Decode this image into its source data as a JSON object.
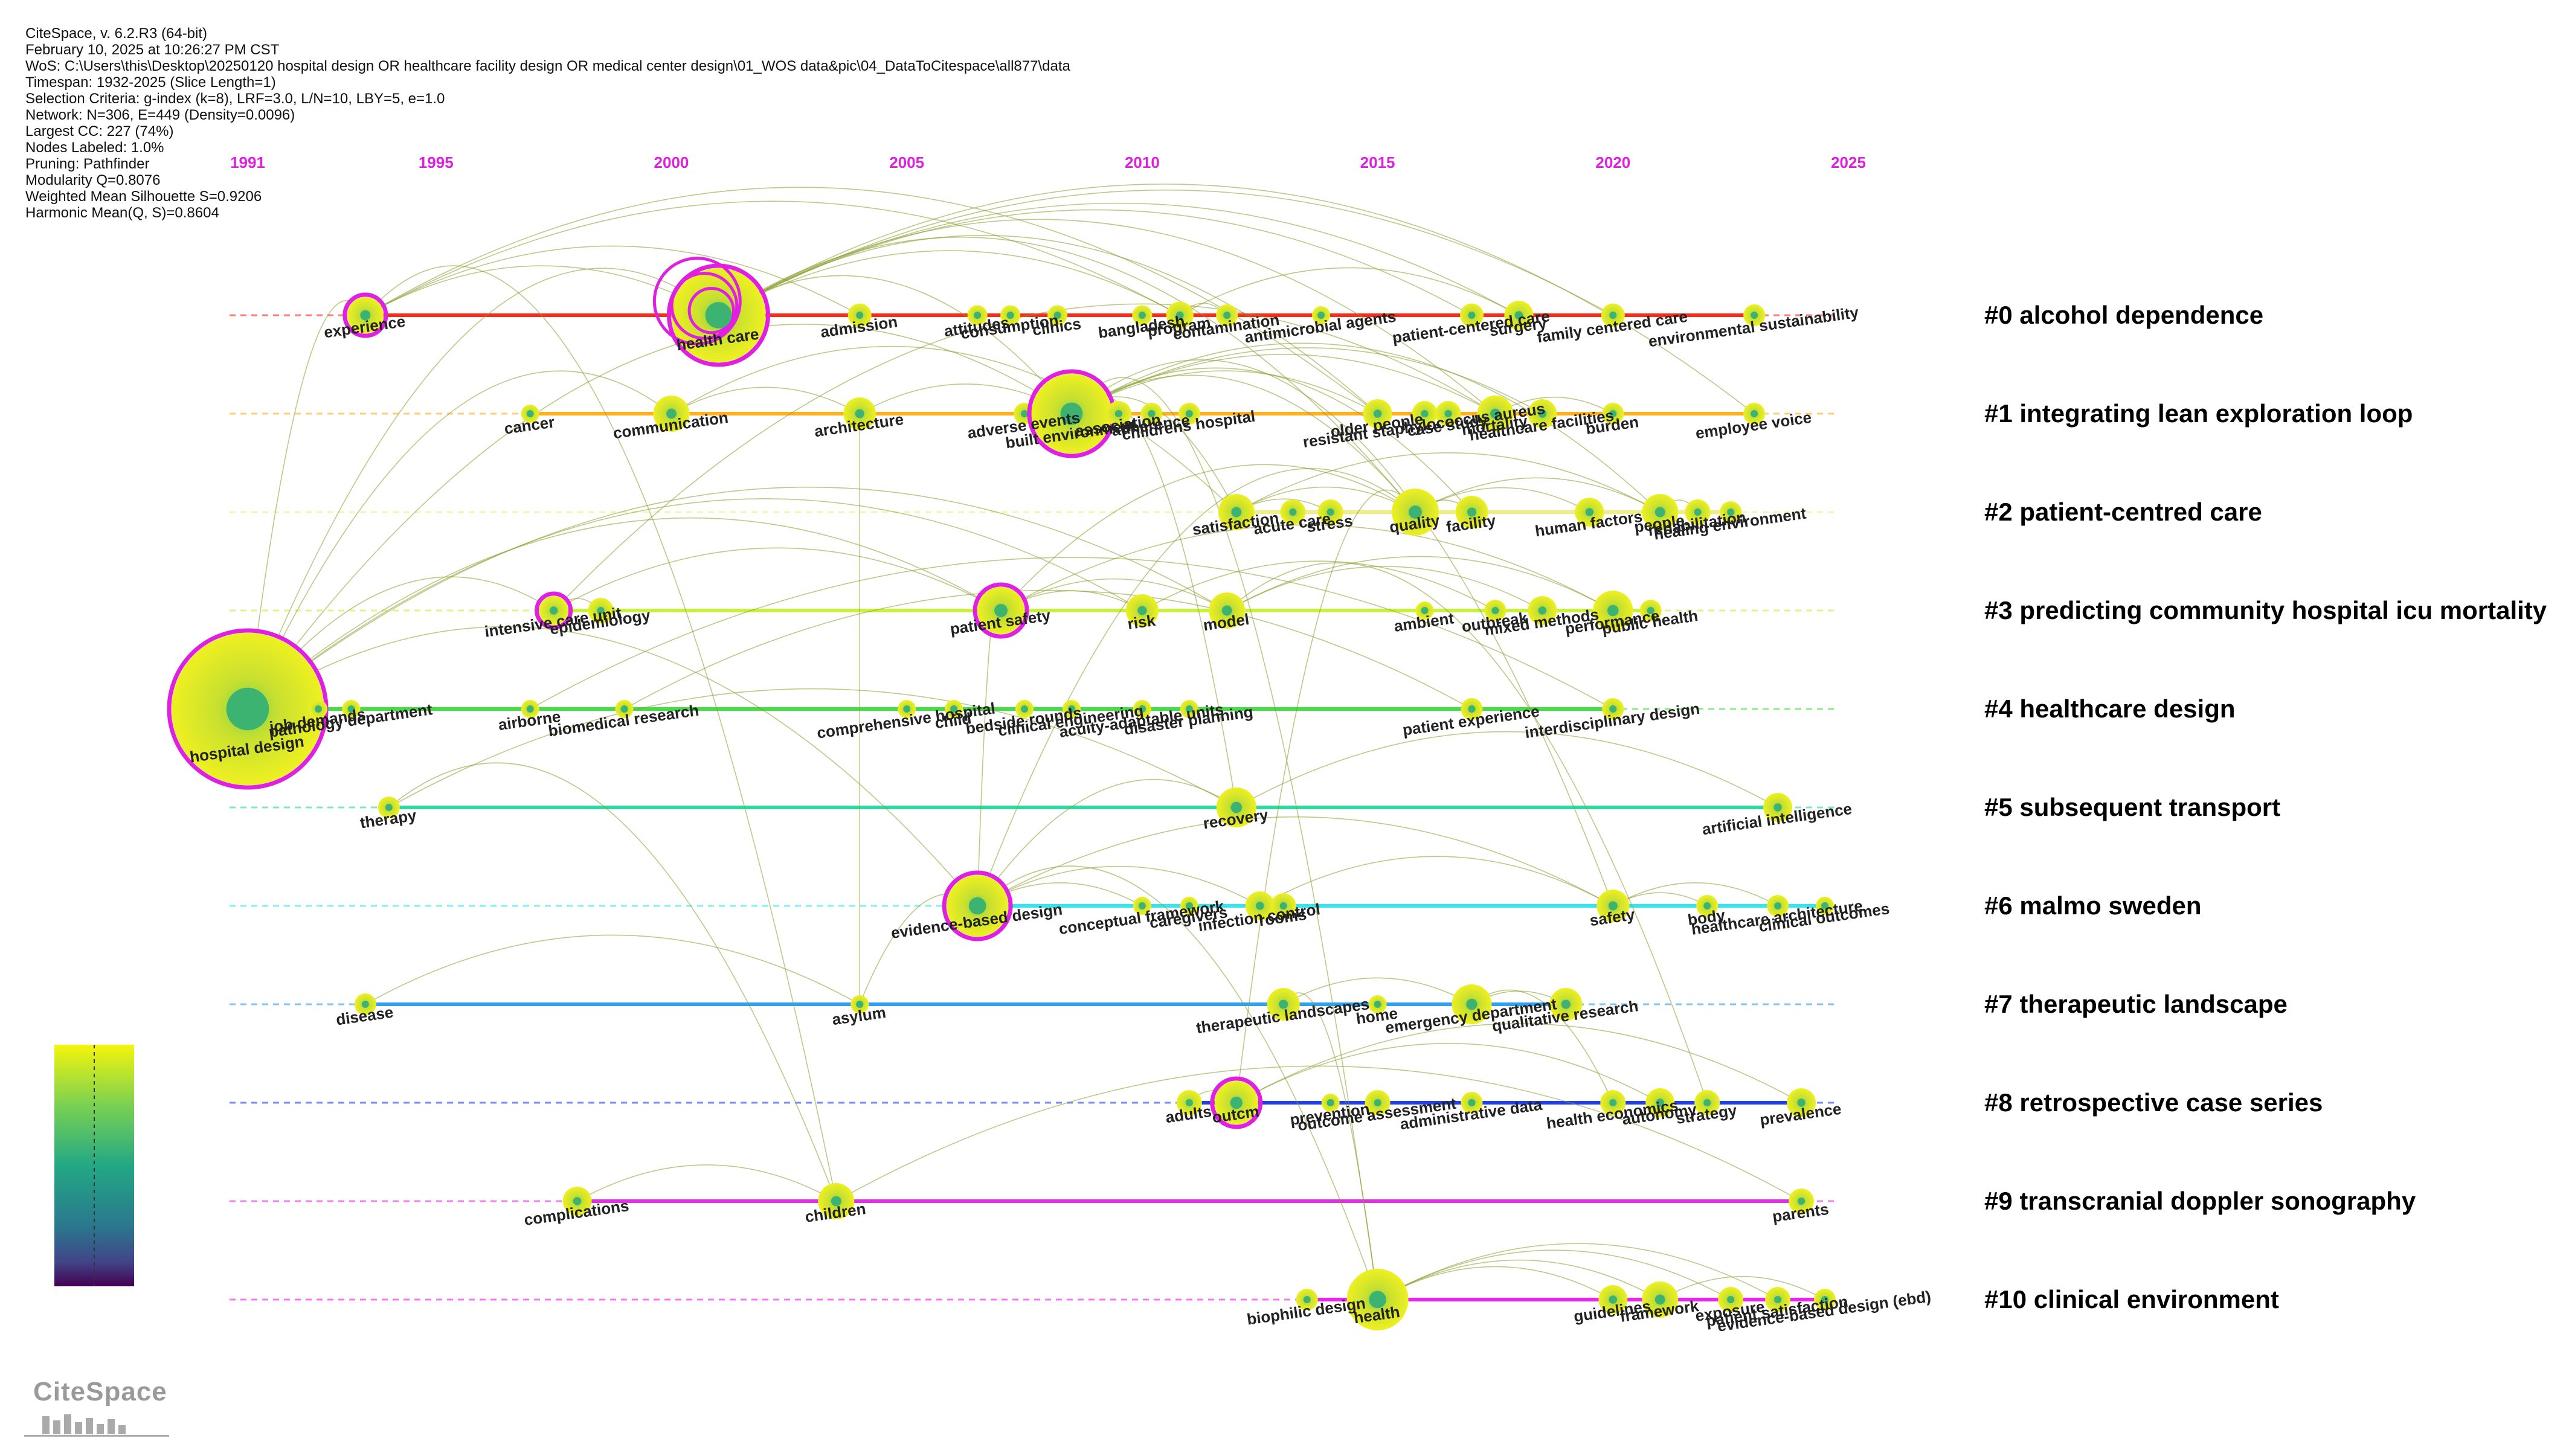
{
  "header_lines": [
    "CiteSpace, v. 6.2.R3 (64-bit)",
    "February 10, 2025 at 10:26:27 PM CST",
    "WoS: C:\\Users\\this\\Desktop\\20250120 hospital design OR healthcare facility design OR medical center design\\01_WOS data&pic\\04_DataToCitespace\\all877\\data",
    "Timespan: 1932-2025 (Slice Length=1)",
    "Selection Criteria: g-index (k=8), LRF=3.0, L/N=10, LBY=5, e=1.0",
    "Network: N=306, E=449 (Density=0.0096)",
    "Largest CC: 227 (74%)",
    "Nodes Labeled: 1.0%",
    "Pruning: Pathfinder",
    "Modularity Q=0.8076",
    "Weighted Mean Silhouette S=0.9206",
    "Harmonic Mean(Q, S)=0.8604"
  ],
  "timeline": {
    "years": [
      1991,
      1995,
      2000,
      2005,
      2010,
      2015,
      2020,
      2025
    ],
    "start": 1991,
    "end": 2025
  },
  "colors": {
    "year_label": "#e020e0",
    "burst_ring": "#e020e0",
    "node_fill": "#e6ea1a",
    "node_center": "#3cb371",
    "edge": "#8a9a2a",
    "legend_gradient": [
      "#f5f50a",
      "#7ad151",
      "#22a884",
      "#2a788e",
      "#414487",
      "#440154"
    ]
  },
  "clusters": [
    {
      "id": "#0",
      "label": "alcohol dependence",
      "color": "#ff2a1a",
      "nodes": [
        {
          "term": "experience",
          "year": 1993.5,
          "size": 16,
          "burst": true,
          "show": true
        },
        {
          "term": "health care",
          "year": 2001,
          "size": 48,
          "burst": true,
          "rings": 3,
          "show": true
        },
        {
          "term": "admission",
          "year": 2004,
          "size": 9,
          "show": true
        },
        {
          "term": "attitudes",
          "year": 2006.5,
          "size": 7,
          "show": true
        },
        {
          "term": "consumption",
          "year": 2007.2,
          "size": 7,
          "show": true
        },
        {
          "term": "clinics",
          "year": 2008.2,
          "size": 7,
          "show": true
        },
        {
          "term": "bangladesh",
          "year": 2010,
          "size": 7,
          "show": true
        },
        {
          "term": "program",
          "year": 2010.8,
          "size": 11,
          "show": true
        },
        {
          "term": "contamination",
          "year": 2011.8,
          "size": 8,
          "show": true
        },
        {
          "term": "antimicrobial agents",
          "year": 2013.8,
          "size": 6,
          "show": true
        },
        {
          "term": "patient-centered care",
          "year": 2017,
          "size": 9,
          "show": true
        },
        {
          "term": "surgery",
          "year": 2018,
          "size": 12,
          "show": true
        },
        {
          "term": "family centered care",
          "year": 2020,
          "size": 9,
          "show": true
        },
        {
          "term": "environmental sustainability",
          "year": 2023,
          "size": 8,
          "show": true
        }
      ]
    },
    {
      "id": "#1",
      "label": "integrating lean exploration loop",
      "color": "#ffb020",
      "nodes": [
        {
          "term": "cancer",
          "year": 1997,
          "size": 6,
          "show": true
        },
        {
          "term": "communication",
          "year": 2000,
          "size": 16,
          "show": true
        },
        {
          "term": "architecture",
          "year": 2004,
          "size": 14,
          "show": true
        },
        {
          "term": "adverse events",
          "year": 2007.5,
          "size": 8,
          "show": true
        },
        {
          "term": "built environment",
          "year": 2008.5,
          "size": 40,
          "burst": true,
          "show": true
        },
        {
          "term": "association",
          "year": 2009.5,
          "size": 10,
          "show": true
        },
        {
          "term": "adherence",
          "year": 2010.2,
          "size": 8,
          "show": true
        },
        {
          "term": "childrens hospital",
          "year": 2011,
          "size": 8,
          "show": true
        },
        {
          "term": "older people",
          "year": 2015,
          "size": 12,
          "show": true
        },
        {
          "term": "resistant staphylococcus aureus",
          "year": 2016,
          "size": 10,
          "show": true
        },
        {
          "term": "case study",
          "year": 2016.5,
          "size": 10,
          "show": true
        },
        {
          "term": "mortality",
          "year": 2017.5,
          "size": 16,
          "show": true
        },
        {
          "term": "healthcare facilities",
          "year": 2018.5,
          "size": 12,
          "show": true
        },
        {
          "term": "burden",
          "year": 2020,
          "size": 8,
          "show": true
        },
        {
          "term": "employee voice",
          "year": 2023,
          "size": 8,
          "show": true
        }
      ]
    },
    {
      "id": "#2",
      "label": "patient-centred care",
      "color": "#f0f080",
      "nodes": [
        {
          "term": "satisfaction",
          "year": 2012,
          "size": 16,
          "show": true
        },
        {
          "term": "acute care",
          "year": 2013.2,
          "size": 10,
          "show": true
        },
        {
          "term": "stress",
          "year": 2014,
          "size": 10,
          "show": true
        },
        {
          "term": "quality",
          "year": 2015.8,
          "size": 22,
          "show": true
        },
        {
          "term": "facility",
          "year": 2017,
          "size": 14,
          "show": true
        },
        {
          "term": "human factors",
          "year": 2019.5,
          "size": 12,
          "show": true
        },
        {
          "term": "people",
          "year": 2021,
          "size": 16,
          "show": true
        },
        {
          "term": "rehabilitation",
          "year": 2021.8,
          "size": 10,
          "show": true
        },
        {
          "term": "healing environment",
          "year": 2022.5,
          "size": 8,
          "show": true
        }
      ]
    },
    {
      "id": "#3",
      "label": "predicting community hospital icu mortality",
      "color": "#c8f040",
      "nodes": [
        {
          "term": "intensive care unit",
          "year": 1997.5,
          "size": 12,
          "burst": true,
          "show": true
        },
        {
          "term": "epidemiology",
          "year": 1998.5,
          "size": 10,
          "show": true
        },
        {
          "term": "patient safety",
          "year": 2007,
          "size": 22,
          "burst": true,
          "show": true
        },
        {
          "term": "risk",
          "year": 2010,
          "size": 14,
          "show": true
        },
        {
          "term": "model",
          "year": 2011.8,
          "size": 16,
          "show": true
        },
        {
          "term": "ambient",
          "year": 2016,
          "size": 6,
          "show": true
        },
        {
          "term": "outbreak",
          "year": 2017.5,
          "size": 8,
          "show": true
        },
        {
          "term": "mixed methods",
          "year": 2018.5,
          "size": 12,
          "show": true
        },
        {
          "term": "performance",
          "year": 2020,
          "size": 18,
          "show": true
        },
        {
          "term": "public health",
          "year": 2020.8,
          "size": 8,
          "show": true
        }
      ]
    },
    {
      "id": "#4",
      "label": "healthcare design",
      "color": "#40e040",
      "nodes": [
        {
          "term": "hospital design",
          "year": 1991,
          "size": 80,
          "burst": true,
          "show": true
        },
        {
          "term": "job demands",
          "year": 1992.5,
          "size": 6,
          "show": true
        },
        {
          "term": "pathology department",
          "year": 1993.2,
          "size": 6,
          "show": true
        },
        {
          "term": "airborne",
          "year": 1997,
          "size": 6,
          "show": true
        },
        {
          "term": "biomedical research",
          "year": 1999,
          "size": 6,
          "show": true
        },
        {
          "term": "comprehensive hospital",
          "year": 2005,
          "size": 6,
          "show": true
        },
        {
          "term": "child",
          "year": 2006,
          "size": 6,
          "show": true
        },
        {
          "term": "bedside rounds",
          "year": 2007.5,
          "size": 6,
          "show": true
        },
        {
          "term": "clinical engineering",
          "year": 2008.5,
          "size": 6,
          "show": true
        },
        {
          "term": "acuity-adaptable units",
          "year": 2010,
          "size": 6,
          "show": true
        },
        {
          "term": "disaster planning",
          "year": 2011,
          "size": 6,
          "show": true
        },
        {
          "term": "patient experience",
          "year": 2017,
          "size": 8,
          "show": true
        },
        {
          "term": "interdisciplinary design",
          "year": 2020,
          "size": 8,
          "show": true
        }
      ]
    },
    {
      "id": "#5",
      "label": "subsequent transport",
      "color": "#30d8a0",
      "nodes": [
        {
          "term": "therapy",
          "year": 1994,
          "size": 8,
          "show": true
        },
        {
          "term": "recovery",
          "year": 2012,
          "size": 18,
          "show": true
        },
        {
          "term": "artificial intelligence",
          "year": 2023.5,
          "size": 12,
          "show": true
        }
      ]
    },
    {
      "id": "#6",
      "label": "malmo sweden",
      "color": "#30e8f0",
      "nodes": [
        {
          "term": "evidence-based design",
          "year": 2006.5,
          "size": 30,
          "burst": true,
          "show": true
        },
        {
          "term": "conceptual framework",
          "year": 2010,
          "size": 6,
          "show": true
        },
        {
          "term": "caregivers",
          "year": 2011,
          "size": 6,
          "show": true
        },
        {
          "term": "infection control",
          "year": 2012.5,
          "size": 12,
          "show": true
        },
        {
          "term": "rooms",
          "year": 2013,
          "size": 10,
          "show": true
        },
        {
          "term": "safety",
          "year": 2020,
          "size": 14,
          "show": true
        },
        {
          "term": "body",
          "year": 2022,
          "size": 8,
          "show": true
        },
        {
          "term": "healthcare architecture",
          "year": 2023.5,
          "size": 8,
          "show": true
        },
        {
          "term": "clinical outcomes",
          "year": 2024.5,
          "size": 6,
          "show": true
        }
      ]
    },
    {
      "id": "#7",
      "label": "therapeutic landscape",
      "color": "#30a0f0",
      "nodes": [
        {
          "term": "disease",
          "year": 1993.5,
          "size": 8,
          "show": true
        },
        {
          "term": "asylum",
          "year": 2004,
          "size": 6,
          "show": true
        },
        {
          "term": "therapeutic landscapes",
          "year": 2013,
          "size": 14,
          "show": true
        },
        {
          "term": "home",
          "year": 2015,
          "size": 6,
          "show": true
        },
        {
          "term": "emergency department",
          "year": 2017,
          "size": 18,
          "show": true
        },
        {
          "term": "qualitative research",
          "year": 2019,
          "size": 14,
          "show": true
        }
      ]
    },
    {
      "id": "#8",
      "label": "retrospective case series",
      "color": "#2040f0",
      "nodes": [
        {
          "term": "adults",
          "year": 2011,
          "size": 10,
          "show": true
        },
        {
          "term": "outcm",
          "year": 2012,
          "size": 20,
          "burst": true,
          "show": true
        },
        {
          "term": "prevention",
          "year": 2014,
          "size": 6,
          "show": true
        },
        {
          "term": "outcome assessment",
          "year": 2015,
          "size": 10,
          "show": true
        },
        {
          "term": "administrative data",
          "year": 2017,
          "size": 8,
          "show": true
        },
        {
          "term": "health economics",
          "year": 2020,
          "size": 10,
          "show": true
        },
        {
          "term": "autonomy",
          "year": 2021,
          "size": 12,
          "show": true
        },
        {
          "term": "strategy",
          "year": 2022,
          "size": 10,
          "show": true
        },
        {
          "term": "prevalence",
          "year": 2024,
          "size": 12,
          "show": true
        }
      ]
    },
    {
      "id": "#9",
      "label": "transcranial doppler sonography",
      "color": "#e030e0",
      "nodes": [
        {
          "term": "complications",
          "year": 1998,
          "size": 12,
          "show": true
        },
        {
          "term": "children",
          "year": 2003.5,
          "size": 16,
          "show": true
        },
        {
          "term": "parents",
          "year": 2024,
          "size": 10,
          "show": true
        }
      ]
    },
    {
      "id": "#10",
      "label": "clinical environment",
      "color": "#f020f0",
      "nodes": [
        {
          "term": "biophilic design",
          "year": 2013.5,
          "size": 8,
          "show": true
        },
        {
          "term": "health",
          "year": 2015,
          "size": 30,
          "show": true
        },
        {
          "term": "guidelines",
          "year": 2020,
          "size": 12,
          "show": true
        },
        {
          "term": "framework",
          "year": 2021,
          "size": 16,
          "show": true
        },
        {
          "term": "exposure",
          "year": 2022.5,
          "size": 10,
          "show": true
        },
        {
          "term": "patient satisfaction",
          "year": 2023.5,
          "size": 10,
          "show": true
        },
        {
          "term": "evidence-based design (ebd)",
          "year": 2024.5,
          "size": 8,
          "show": true
        }
      ]
    }
  ],
  "edges": [
    [
      "hospital design",
      "health care"
    ],
    [
      "hospital design",
      "experience"
    ],
    [
      "hospital design",
      "communication"
    ],
    [
      "hospital design",
      "intensive care unit"
    ],
    [
      "hospital design",
      "patient safety"
    ],
    [
      "hospital design",
      "built environment"
    ],
    [
      "hospital design",
      "evidence-based design"
    ],
    [
      "hospital design",
      "risk"
    ],
    [
      "hospital design",
      "model"
    ],
    [
      "health care",
      "program"
    ],
    [
      "health care",
      "surgery"
    ],
    [
      "health care",
      "built environment"
    ],
    [
      "health care",
      "quality"
    ],
    [
      "health care",
      "family centered care"
    ],
    [
      "health care",
      "patient-centered care"
    ],
    [
      "health care",
      "mortality"
    ],
    [
      "experience",
      "health care"
    ],
    [
      "experience",
      "admission"
    ],
    [
      "experience",
      "program"
    ],
    [
      "experience",
      "older people"
    ],
    [
      "built environment",
      "quality"
    ],
    [
      "built environment",
      "satisfaction"
    ],
    [
      "built environment",
      "facility"
    ],
    [
      "built environment",
      "mortality"
    ],
    [
      "built environment",
      "people"
    ],
    [
      "built environment",
      "recovery"
    ],
    [
      "built environment",
      "health"
    ],
    [
      "built environment",
      "safety"
    ],
    [
      "built environment",
      "healthcare facilities"
    ],
    [
      "communication",
      "architecture"
    ],
    [
      "communication",
      "satisfaction"
    ],
    [
      "architecture",
      "built environment"
    ],
    [
      "evidence-based design",
      "quality"
    ],
    [
      "evidence-based design",
      "infection control"
    ],
    [
      "evidence-based design",
      "recovery"
    ],
    [
      "evidence-based design",
      "safety"
    ],
    [
      "evidence-based design",
      "health"
    ],
    [
      "evidence-based design",
      "patient safety"
    ],
    [
      "patient safety",
      "risk"
    ],
    [
      "patient safety",
      "model"
    ],
    [
      "patient safety",
      "performance"
    ],
    [
      "patient safety",
      "quality"
    ],
    [
      "intensive care unit",
      "patient safety"
    ],
    [
      "intensive care unit",
      "epidemiology"
    ],
    [
      "intensive care unit",
      "mortality"
    ],
    [
      "quality",
      "people"
    ],
    [
      "quality",
      "human factors"
    ],
    [
      "quality",
      "facility"
    ],
    [
      "quality",
      "satisfaction"
    ],
    [
      "model",
      "performance"
    ],
    [
      "model",
      "mixed methods"
    ],
    [
      "risk",
      "outbreak"
    ],
    [
      "satisfaction",
      "stress"
    ],
    [
      "satisfaction",
      "people"
    ],
    [
      "health",
      "framework"
    ],
    [
      "health",
      "guidelines"
    ],
    [
      "health",
      "exposure"
    ],
    [
      "health",
      "patient satisfaction"
    ],
    [
      "framework",
      "evidence-based design (ebd)"
    ],
    [
      "complications",
      "children"
    ],
    [
      "children",
      "parents"
    ],
    [
      "outcm",
      "adults"
    ],
    [
      "outcm",
      "prevalence"
    ],
    [
      "outcm",
      "autonomy"
    ],
    [
      "recovery",
      "artificial intelligence"
    ],
    [
      "therapy",
      "recovery"
    ],
    [
      "emergency department",
      "qualitative research"
    ],
    [
      "therapeutic landscapes",
      "emergency department"
    ],
    [
      "safety",
      "body"
    ],
    [
      "safety",
      "healthcare architecture"
    ],
    [
      "mortality",
      "burden"
    ],
    [
      "people",
      "rehabilitation"
    ],
    [
      "program",
      "surgery"
    ],
    [
      "program",
      "contamination"
    ],
    [
      "disease",
      "asylum"
    ],
    [
      "biomedical research",
      "patient experience"
    ],
    [
      "airborne",
      "interdisciplinary design"
    ],
    [
      "therapy",
      "children"
    ],
    [
      "health care",
      "employee voice"
    ],
    [
      "quality",
      "outcm"
    ],
    [
      "emergency department",
      "health economics"
    ],
    [
      "evidence-based design",
      "conceptual framework"
    ],
    [
      "experience",
      "children"
    ],
    [
      "architecture",
      "asylum"
    ],
    [
      "therapeutic landscapes",
      "health"
    ],
    [
      "health care",
      "older people"
    ],
    [
      "built environment",
      "older people"
    ],
    [
      "infection control",
      "safety"
    ],
    [
      "asylum",
      "evidence-based design"
    ],
    [
      "model",
      "strategy"
    ]
  ]
}
